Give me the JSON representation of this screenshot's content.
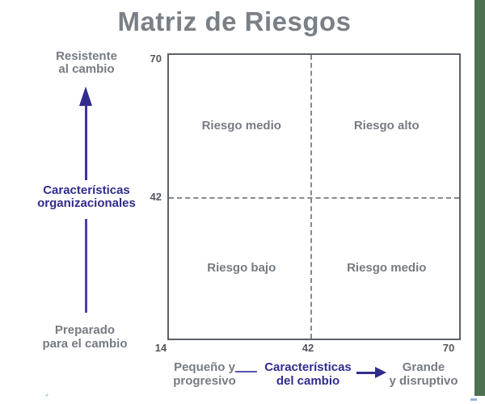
{
  "title": "Matriz de Riesgos",
  "display": {
    "y_high": [
      "Resistente",
      "al cambio"
    ],
    "y_name": [
      "Características",
      "organizacionales"
    ],
    "y_low": [
      "Preparado",
      "para el cambio"
    ],
    "x_low": [
      "Pequeño y",
      "progresivo"
    ],
    "x_name": [
      "Características",
      "del cambio"
    ],
    "x_high": [
      "Grande",
      "y disruptivo"
    ],
    "ticks": {
      "y_top": "70",
      "y_mid": "42",
      "origin": "14",
      "x_mid": "42",
      "x_max": "70"
    }
  },
  "quadrant_labels": {
    "top_left": "Riesgo medio",
    "top_right": "Riesgo alto",
    "bottom_left": "Riesgo bajo",
    "bottom_right": "Riesgo medio"
  },
  "colors": {
    "title_text": "#7a8086",
    "gray_text": "#767b83",
    "tick_text": "#53575e",
    "indigo_accent": "#312c8e",
    "plot_border": "#5c6167",
    "dashed_line": "#85898f",
    "green_strip": "#4e7152"
  },
  "chart_data": {
    "type": "heatmap",
    "title": "Matriz de Riesgos",
    "xlabel": "Características del cambio",
    "ylabel": "Características organizacionales",
    "xlim": [
      14,
      70
    ],
    "ylim": [
      14,
      70
    ],
    "x_ticks": [
      14,
      42,
      70
    ],
    "y_ticks": [
      14,
      42,
      70
    ],
    "x_low_end_label": "Pequeño y progresivo",
    "x_high_end_label": "Grande y disruptivo",
    "y_low_end_label": "Preparado para el cambio",
    "y_high_end_label": "Resistente al cambio",
    "grid": "dashed crosshair at x=42 and y=42",
    "legend": "none",
    "quadrants": [
      {
        "position": "top-left",
        "x_range": [
          14,
          42
        ],
        "y_range": [
          42,
          70
        ],
        "label": "Riesgo medio"
      },
      {
        "position": "top-right",
        "x_range": [
          42,
          70
        ],
        "y_range": [
          42,
          70
        ],
        "label": "Riesgo alto"
      },
      {
        "position": "bottom-left",
        "x_range": [
          14,
          42
        ],
        "y_range": [
          14,
          42
        ],
        "label": "Riesgo bajo"
      },
      {
        "position": "bottom-right",
        "x_range": [
          42,
          70
        ],
        "y_range": [
          14,
          42
        ],
        "label": "Riesgo medio"
      }
    ]
  }
}
